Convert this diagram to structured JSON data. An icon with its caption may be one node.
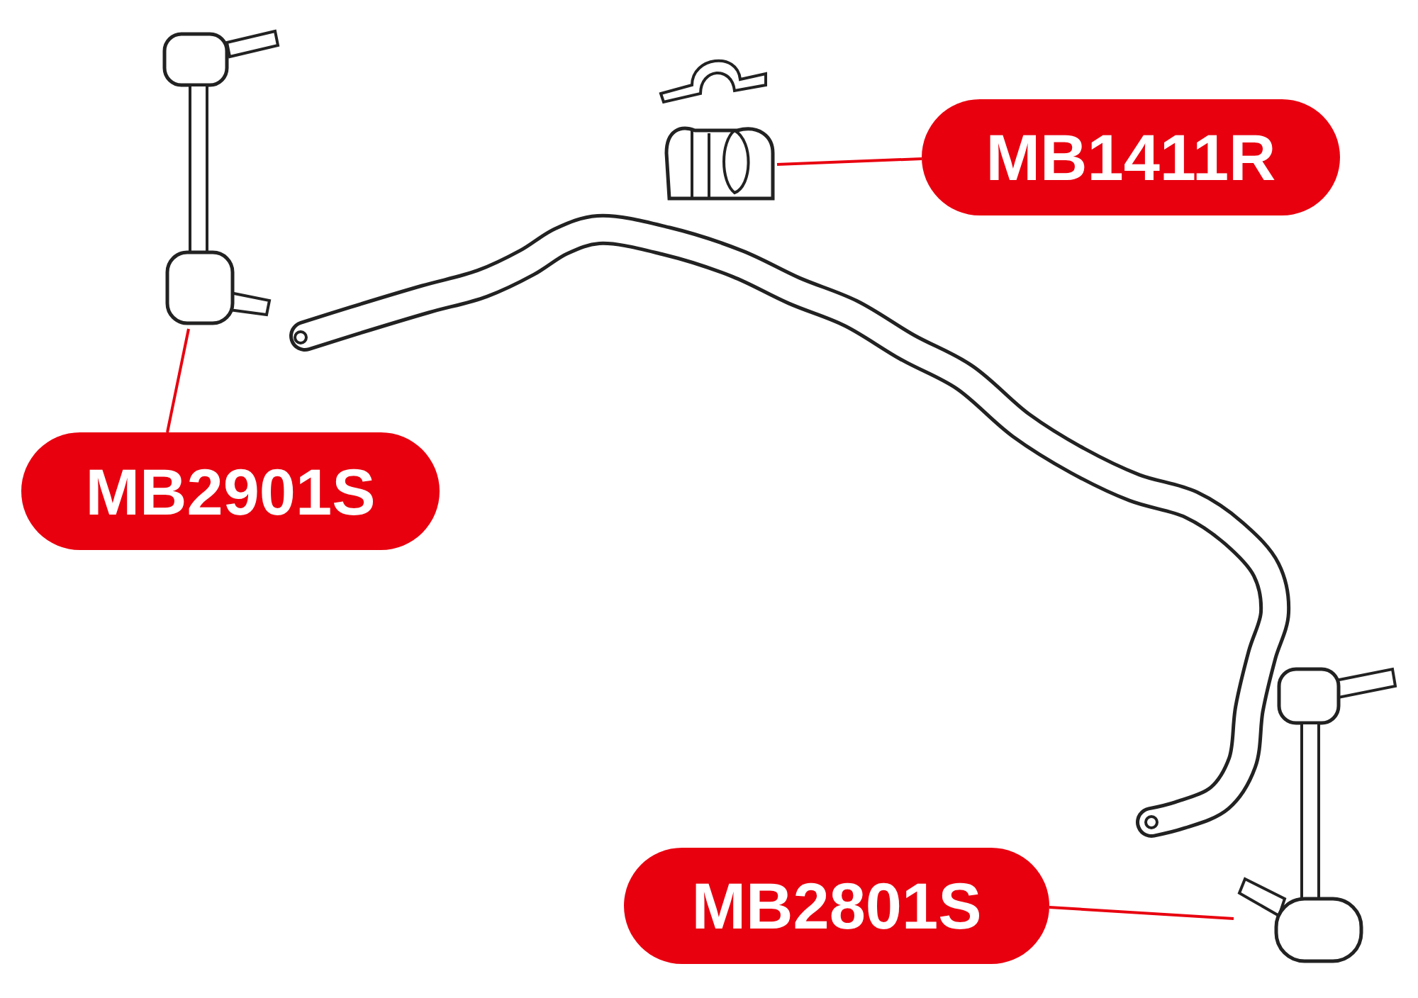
{
  "diagram": {
    "nodes": [
      {
        "text": [
          "MB1411R"
        ]
      },
      {
        "text": [],
        "shape": "picture"
      },
      {
        "text": [
          "MB2901S"
        ]
      },
      {
        "text": [],
        "shape": "picture"
      },
      {
        "text": [
          "MB2801S"
        ]
      },
      {
        "text": [],
        "shape": "picture"
      }
    ],
    "edges": [
      {
        "from": 0,
        "to": 1,
        "arrow": "none"
      },
      {
        "from": 2,
        "to": 3,
        "arrow": "none"
      },
      {
        "from": 4,
        "to": 5,
        "arrow": "none"
      }
    ]
  }
}
